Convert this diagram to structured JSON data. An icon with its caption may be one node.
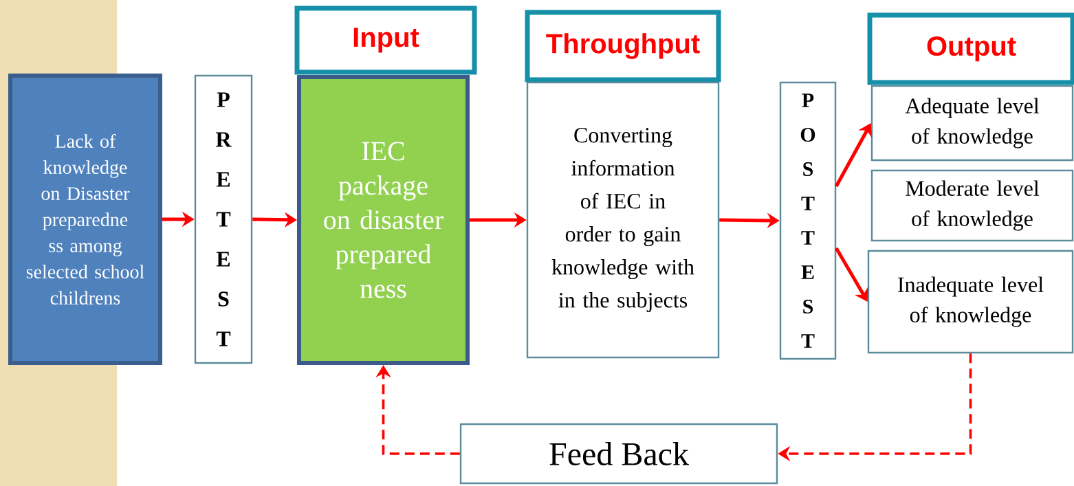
{
  "diagram": {
    "nodes": [
      {
        "text": [
          "Lack of knowledge on Disaster preparedne ss among selected school childrens"
        ]
      },
      {
        "text": [
          "P R E T E S T"
        ]
      },
      {
        "text": [
          "Input"
        ]
      },
      {
        "text": [
          "IEC package on disaster prepared ness"
        ]
      },
      {
        "text": [
          "Throughput"
        ]
      },
      {
        "text": [
          "Converting information of IEC in order to gain knowledge with in the subjects"
        ]
      },
      {
        "text": [
          "P O S T T E S T"
        ]
      },
      {
        "text": [
          "Output"
        ]
      },
      {
        "text": [
          "Adequate level of knowledge"
        ]
      },
      {
        "text": [
          "Moderate level of knowledge"
        ]
      },
      {
        "text": [
          "Inadequate level of knowledge"
        ]
      },
      {
        "text": [
          "Feed Back"
        ]
      }
    ],
    "edges": [
      {
        "from": 0,
        "to": 1,
        "arrow": "to"
      },
      {
        "from": 1,
        "to": 3,
        "arrow": "to"
      },
      {
        "from": 3,
        "to": 5,
        "arrow": "to"
      },
      {
        "from": 5,
        "to": 6,
        "arrow": "to"
      },
      {
        "from": 6,
        "to": 8,
        "arrow": "to"
      },
      {
        "from": 6,
        "to": 10,
        "arrow": "to"
      },
      {
        "from": 10,
        "to": 11,
        "arrow": "to",
        "style": "dashed"
      },
      {
        "from": 11,
        "to": 3,
        "arrow": "to",
        "style": "dashed"
      }
    ]
  }
}
